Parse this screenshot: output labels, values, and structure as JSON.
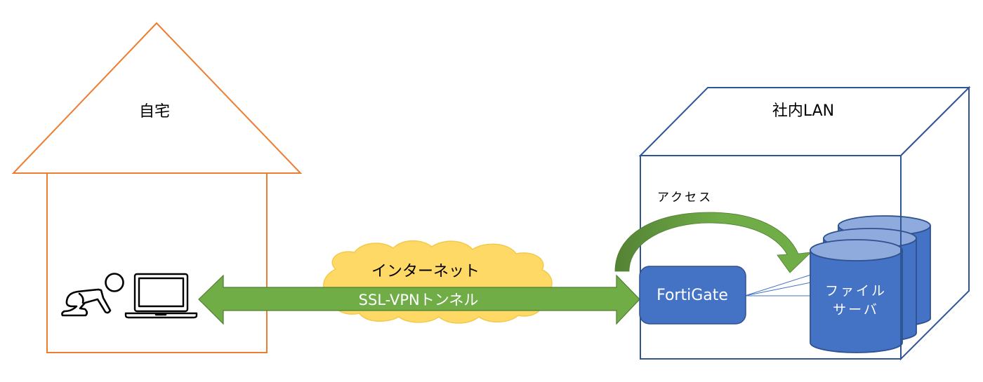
{
  "colors": {
    "house_stroke": "#ED7D31",
    "cube_stroke": "#2F5597",
    "arrow_fill": "#70AD47",
    "arrow_stroke": "#507E32",
    "arrow_dark": "#548235",
    "cloud_fill": "#FFD966",
    "device_fill": "#4472C4",
    "device_stroke": "#2F528F",
    "cylinder_top": "#8FAADC",
    "text_dark": "#000000",
    "text_light": "#FFFFFF"
  },
  "home": {
    "label": "自宅",
    "icons": [
      "crawling-baby-icon",
      "laptop-icon"
    ]
  },
  "internet": {
    "cloud_label": "インターネット",
    "tunnel_label": "SSL-VPNトンネル"
  },
  "office": {
    "label": "社内LAN",
    "access_label": "アクセス",
    "gateway_label": "FortiGate",
    "server_label_line1": "ファイル",
    "server_label_line2": "サーバ"
  }
}
